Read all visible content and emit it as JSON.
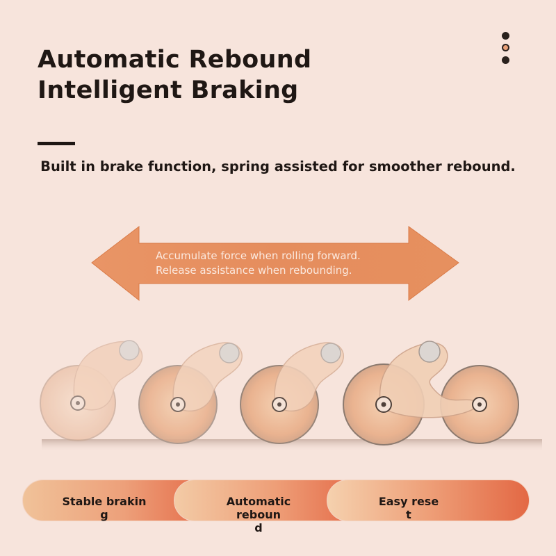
{
  "header": {
    "title_line1": "Automatic Rebound",
    "title_line2": "Intelligent Braking",
    "subtitle": "Built in brake function, spring assisted for smoother rebound."
  },
  "arrow": {
    "line1": "Accumulate force when rolling forward.",
    "line2": "Release assistance when rebounding."
  },
  "features": [
    {
      "line1": "Stable brakin",
      "line2": "g"
    },
    {
      "line1": "Automatic reboun",
      "line2": "d"
    },
    {
      "line1": "Easy rese",
      "line2": "t"
    }
  ],
  "colors": {
    "background": "#f7e4dc",
    "accent": "#e48f5f",
    "text": "#1f1714",
    "pill_gradient_light": "#f0c099",
    "pill_gradient_dark": "#e26b48"
  },
  "icons": [
    "three-dot-menu-icon",
    "double-arrow-icon",
    "ab-roller-wheel-icon"
  ]
}
